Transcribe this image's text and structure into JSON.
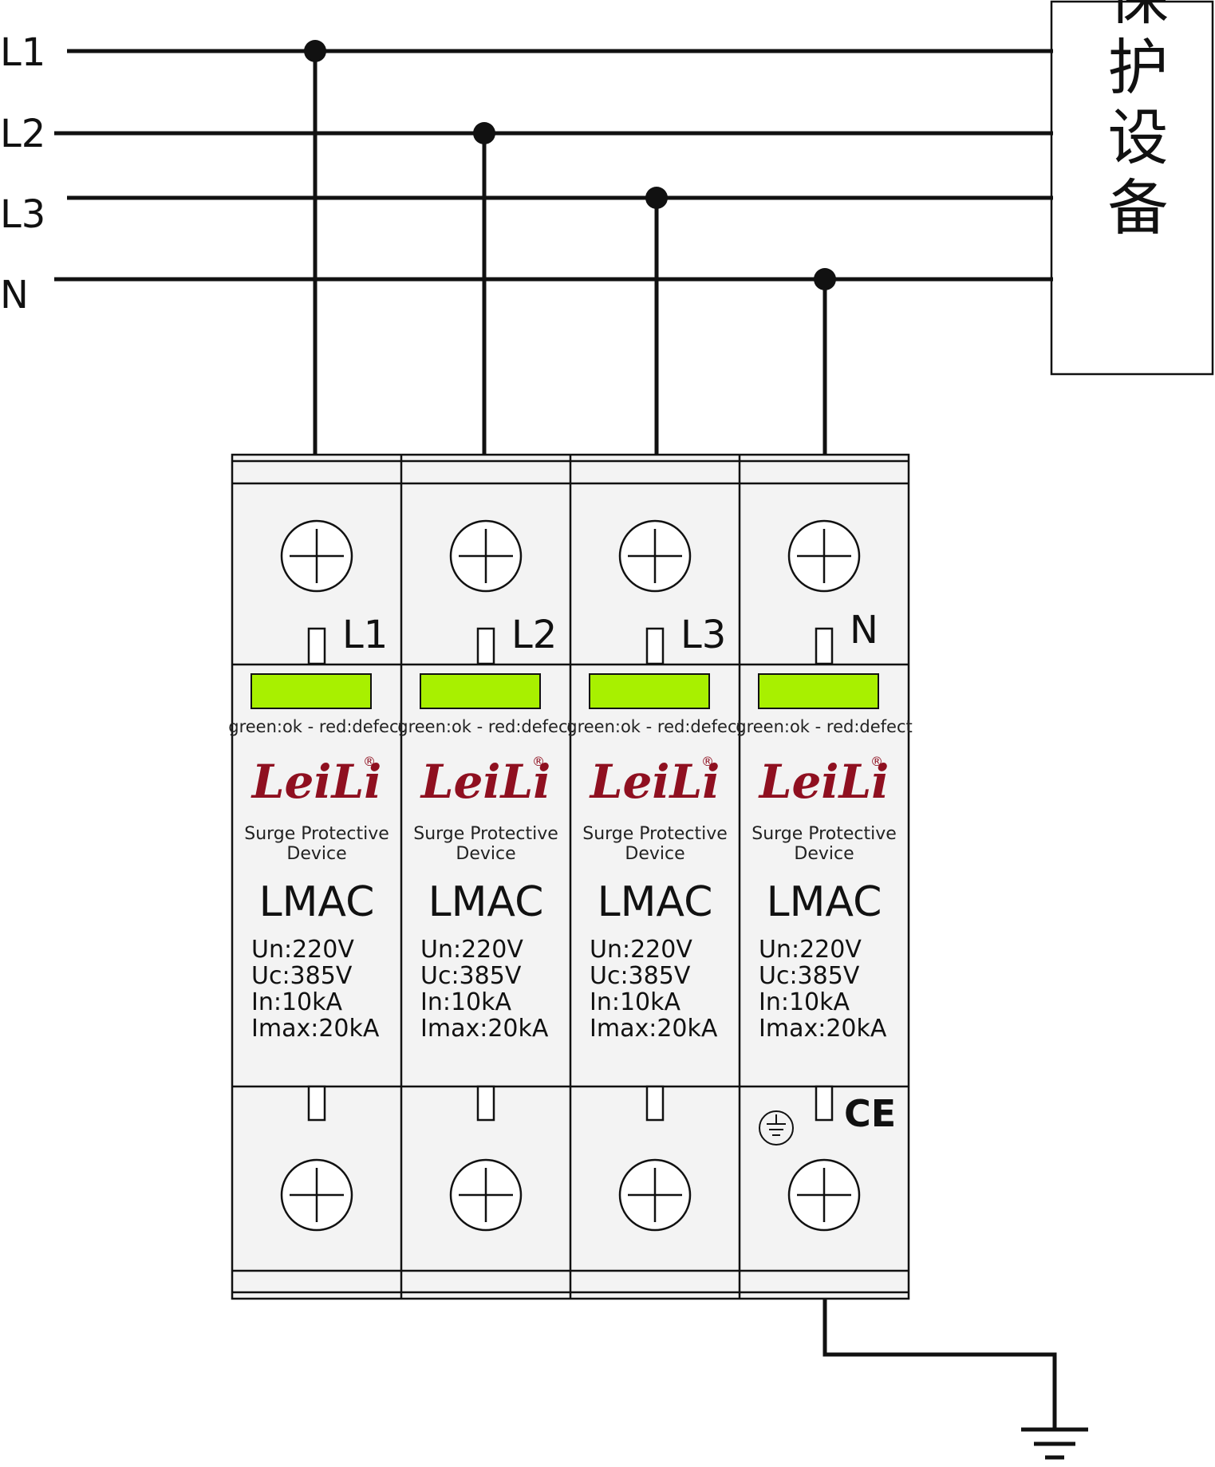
{
  "diagram": {
    "lines": [
      {
        "id": "L1",
        "label": "L1"
      },
      {
        "id": "L2",
        "label": "L2"
      },
      {
        "id": "L3",
        "label": "L3"
      },
      {
        "id": "N",
        "label": "N"
      }
    ],
    "protected_equipment": "被保护设备",
    "poles": [
      {
        "terminal_label": "L1",
        "status": "green:ok - red:defect",
        "brand": "LeiLi",
        "registered": "®",
        "description_line1": "Surge Protective",
        "description_line2": "Device",
        "model": "LMAC",
        "specs": [
          "Un:220V",
          "Uc:385V",
          "In:10kA",
          "Imax:20kA"
        ]
      },
      {
        "terminal_label": "L2",
        "status": "green:ok - red:defect",
        "brand": "LeiLi",
        "registered": "®",
        "description_line1": "Surge Protective",
        "description_line2": "Device",
        "model": "LMAC",
        "specs": [
          "Un:220V",
          "Uc:385V",
          "In:10kA",
          "Imax:20kA"
        ]
      },
      {
        "terminal_label": "L3",
        "status": "green:ok - red:defect",
        "brand": "LeiLi",
        "registered": "®",
        "description_line1": "Surge Protective",
        "description_line2": "Device",
        "model": "LMAC",
        "specs": [
          "Un:220V",
          "Uc:385V",
          "In:10kA",
          "Imax:20kA"
        ]
      },
      {
        "terminal_label": "N",
        "status": "green:ok - red:defect",
        "brand": "LeiLi",
        "registered": "®",
        "description_line1": "Surge Protective",
        "description_line2": "Device",
        "model": "LMAC",
        "specs": [
          "Un:220V",
          "Uc:385V",
          "In:10kA",
          "Imax:20kA"
        ]
      }
    ],
    "ce_mark": "CE",
    "colors": {
      "indicator": "#a8f000",
      "brand": "#8f1020",
      "line": "#111111"
    },
    "icons": [
      "screw-terminal-icon",
      "ground-symbol-icon",
      "earth-ground-icon"
    ]
  }
}
